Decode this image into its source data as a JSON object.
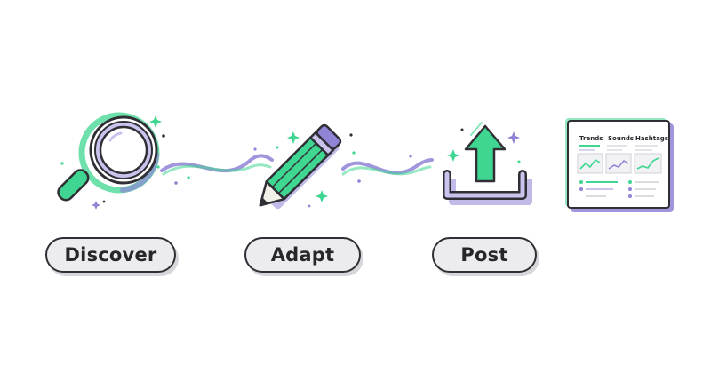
{
  "steps": [
    {
      "id": "discover",
      "label": "Discover",
      "icon": "magnifier-icon"
    },
    {
      "id": "adapt",
      "label": "Adapt",
      "icon": "pencil-icon"
    },
    {
      "id": "post",
      "label": "Post",
      "icon": "upload-icon"
    }
  ],
  "dashboard": {
    "icon": "analytics-dashboard-icon",
    "columns": [
      "Trends",
      "Sounds",
      "Hashtags"
    ]
  },
  "colors": {
    "green": "#3ed690",
    "purple": "#8f84d6",
    "outline": "#2f2f35",
    "pill_bg": "#ececee",
    "pill_shadow": "#d7d7db"
  }
}
